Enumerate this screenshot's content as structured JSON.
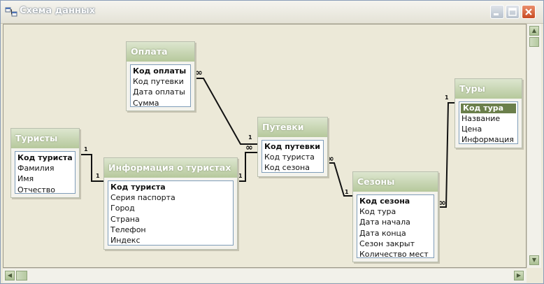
{
  "window": {
    "title": "Схема данных"
  },
  "tables": {
    "oplata": {
      "title": "Оплата",
      "fields": [
        "Код оплаты",
        "Код путевки",
        "Дата оплаты",
        "Сумма"
      ]
    },
    "turisty": {
      "title": "Туристы",
      "fields": [
        "Код туриста",
        "Фамилия",
        "Имя",
        "Отчество"
      ]
    },
    "info": {
      "title": "Информация о туристах",
      "fields": [
        "Код туриста",
        "Серия паспорта",
        "Город",
        "Страна",
        "Телефон",
        "Индекс"
      ]
    },
    "putevki": {
      "title": "Путевки",
      "fields": [
        "Код путевки",
        "Код туриста",
        "Код сезона"
      ]
    },
    "sezony": {
      "title": "Сезоны",
      "fields": [
        "Код сезона",
        "Код тура",
        "Дата начала",
        "Дата конца",
        "Сезон закрыт",
        "Количество мест"
      ]
    },
    "tury": {
      "title": "Туры",
      "fields": [
        "Код тура",
        "Название",
        "Цена",
        "Информация"
      ]
    }
  },
  "relationships": [
    {
      "from": "Туристы.Код туриста",
      "to": "Информация о туристах.Код туриста",
      "from_label": "1",
      "to_label": "1"
    },
    {
      "from": "Информация о туристах.Код туриста",
      "to": "Путевки.Код туриста",
      "from_label": "1",
      "to_label": "∞"
    },
    {
      "from": "Путевки.Код путевки",
      "to": "Оплата.Код путевки",
      "from_label": "1",
      "to_label": "∞"
    },
    {
      "from": "Сезоны.Код сезона",
      "to": "Путевки.Код сезона",
      "from_label": "1",
      "to_label": "∞"
    },
    {
      "from": "Туры.Код тура",
      "to": "Сезоны.Код тура",
      "from_label": "1",
      "to_label": "∞"
    }
  ],
  "icons": {
    "app": "relationships-icon",
    "minimize": "minimize-icon",
    "maximize": "maximize-icon",
    "close": "close-icon"
  }
}
